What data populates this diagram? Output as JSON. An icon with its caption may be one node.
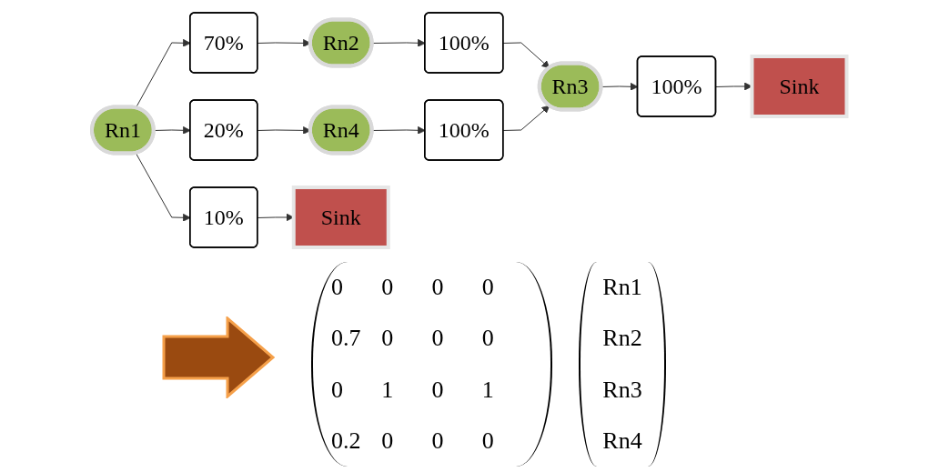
{
  "diagram": {
    "nodes": [
      {
        "text": [
          "Rn1"
        ]
      },
      {
        "text": [
          "70%"
        ]
      },
      {
        "text": [
          "Rn2"
        ]
      },
      {
        "text": [
          "100%"
        ]
      },
      {
        "text": [
          "Rn3"
        ]
      },
      {
        "text": [
          "100%"
        ]
      },
      {
        "text": [
          "10%"
        ]
      },
      {
        "text": [
          "20%"
        ]
      },
      {
        "text": [
          "Rn4"
        ]
      },
      {
        "text": [
          "100%"
        ]
      },
      {
        "text": [
          "Sink"
        ]
      },
      {
        "text": [
          "Sink"
        ]
      }
    ],
    "edges": [
      {
        "from": 0,
        "to": 1,
        "arrow": "to"
      },
      {
        "from": 1,
        "to": 2,
        "arrow": "to"
      },
      {
        "from": 2,
        "to": 3,
        "arrow": "to"
      },
      {
        "from": 3,
        "to": 4,
        "arrow": "to"
      },
      {
        "from": 4,
        "to": 5,
        "arrow": "to"
      },
      {
        "from": 0,
        "to": 6,
        "arrow": "to"
      },
      {
        "from": 0,
        "to": 7,
        "arrow": "to"
      },
      {
        "from": 7,
        "to": 8,
        "arrow": "to"
      },
      {
        "from": 8,
        "to": 9,
        "arrow": "to"
      },
      {
        "from": 9,
        "to": 4,
        "arrow": "to"
      },
      {
        "from": 6,
        "to": 10,
        "arrow": "to"
      },
      {
        "from": 5,
        "to": 11,
        "arrow": "to"
      }
    ],
    "labels": [
      "0",
      "0",
      "0",
      "0",
      "0.7",
      "0",
      "0",
      "0",
      "0",
      "1",
      "0",
      "1",
      "0.2",
      "0",
      "0",
      "0",
      "Rn1",
      "Rn2",
      "Rn3",
      "Rn4"
    ]
  }
}
